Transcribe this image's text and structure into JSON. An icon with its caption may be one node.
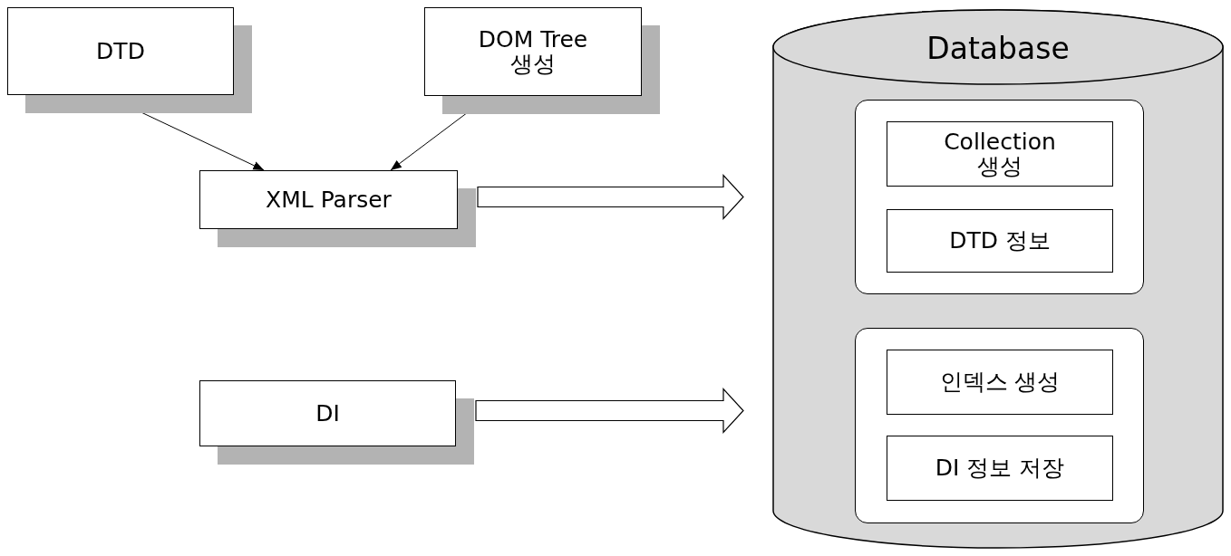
{
  "diagram": {
    "nodes": [
      {
        "text": [
          "DTD"
        ]
      },
      {
        "text": [
          "DOM Tree 생성"
        ]
      },
      {
        "text": [
          "XML Parser"
        ]
      },
      {
        "text": [
          "DI"
        ]
      },
      {
        "text": [
          "Database"
        ]
      },
      {
        "text": [],
        "shape": "box",
        "in": 4
      },
      {
        "text": [
          "Collection 생성"
        ],
        "in": 5
      },
      {
        "text": [
          "DTD 정보"
        ],
        "in": 5
      },
      {
        "text": [],
        "shape": "box",
        "in": 4
      },
      {
        "text": [
          "인덱스 생성"
        ],
        "in": 8
      },
      {
        "text": [
          "DI 정보 저장"
        ],
        "in": 8
      }
    ],
    "edges": [
      {
        "from": 0,
        "to": 2,
        "arrow": "to"
      },
      {
        "from": 1,
        "to": 2,
        "arrow": "to"
      },
      {
        "from": 2,
        "to": 4,
        "arrow": "to",
        "style": "thick"
      },
      {
        "from": 3,
        "to": 4,
        "arrow": "to",
        "style": "thick"
      }
    ]
  }
}
